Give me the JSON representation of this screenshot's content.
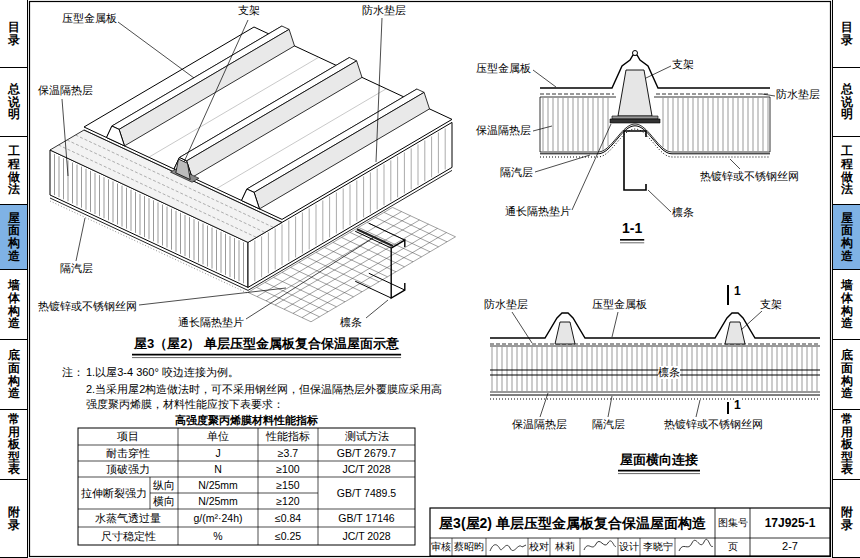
{
  "diagram": {
    "title": "屋3(屋2) 单层压型金属板复合保温屋面构造",
    "caption": "屋3（屋2） 单层压型金属板复合保温屋面示意",
    "nodes": [
      {
        "text": [
          "目录"
        ]
      },
      {
        "text": [
          "总说明"
        ]
      },
      {
        "text": [
          "工程做法"
        ]
      },
      {
        "text": [
          "屋面构造"
        ]
      },
      {
        "text": [
          "墙体构造"
        ]
      },
      {
        "text": [
          "底面构造"
        ]
      },
      {
        "text": [
          "常用板型表"
        ]
      },
      {
        "text": [
          "附录"
        ]
      },
      {
        "text": [
          "目录"
        ]
      },
      {
        "text": [
          "总说明"
        ]
      },
      {
        "text": [
          "工程做法"
        ]
      },
      {
        "text": [
          "屋面构造"
        ]
      },
      {
        "text": [
          "墙体构造"
        ]
      },
      {
        "text": [
          "底面构造"
        ]
      },
      {
        "text": [
          "常用板型表"
        ]
      },
      {
        "text": [
          "附录"
        ]
      }
    ],
    "labels": [
      "压型金属板",
      "支架",
      "防水垫层",
      "保温隔热层",
      "隔汽层",
      "热镀锌或不锈钢丝网",
      "通长隔热垫片",
      "檩条",
      "压型金属板",
      "支架",
      "防水垫层",
      "保温隔热层",
      "隔汽层",
      "热镀锌或不锈钢丝网",
      "通长隔热垫片",
      "檩条",
      "1-1",
      "1",
      "防水垫层",
      "压型金属板",
      "支架",
      "檩条",
      "保温隔热层",
      "隔汽层",
      "热镀锌或不锈钢丝网",
      "1",
      "屋面横向连接",
      "注：",
      "1.以屋3-4 360° 咬边连接为例。",
      "2.当采用屋2构造做法时，可不采用钢丝网，但保温隔热层外覆膜应采用高强度聚丙烯膜，材料性能应按下表要求：",
      "高强度聚丙烯膜材料性能指标",
      "项目",
      "单位",
      "性能指标",
      "测试方法",
      "耐击穿性",
      "J",
      "≥3.7",
      "GB/T 2679.7",
      "顶破强力",
      "N",
      "≥100",
      "JC/T 2028",
      "拉伸断裂强力",
      "纵向",
      "N/25mm",
      "≥150",
      "GB/T 7489.5",
      "横向",
      "N/25mm",
      "≥120",
      "水蒸气透过量",
      "g/(m²·24h)",
      "≤0.84",
      "GB/T 17146",
      "尺寸稳定性",
      "%",
      "≤0.25",
      "JC/T 2028",
      "图集号",
      "17J925-1",
      "审核",
      "蔡昭昀",
      "校对",
      "林莉",
      "设计",
      "李晓宁",
      "页",
      "2-7"
    ]
  }
}
